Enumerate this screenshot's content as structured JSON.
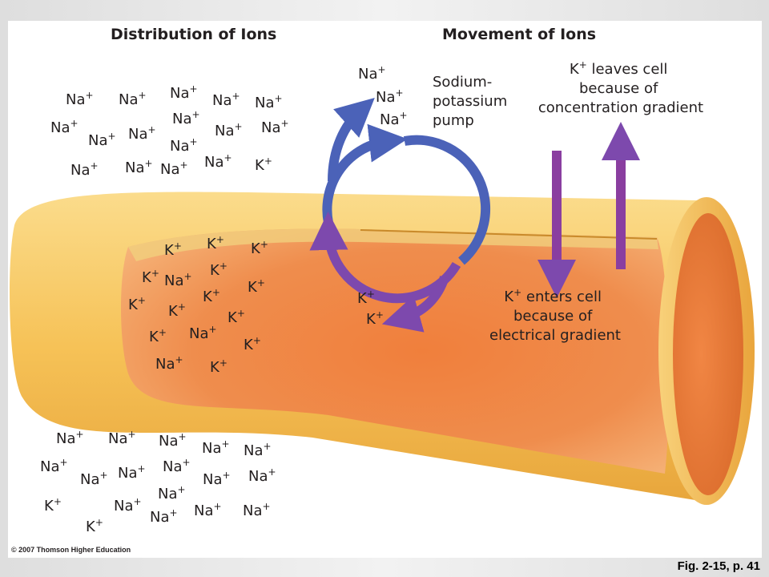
{
  "headings": {
    "distribution": "Distribution of Ions",
    "movement": "Movement of Ions"
  },
  "ions": {
    "na": {
      "base": "Na",
      "charge": "+"
    },
    "k": {
      "base": "K",
      "charge": "+"
    }
  },
  "ion_groups": {
    "outside_top": [
      "Na+",
      "Na+",
      "Na+",
      "Na+",
      "Na+",
      "Na+",
      "Na+",
      "Na+",
      "Na+",
      "Na+",
      "Na+",
      "Na+",
      "Na+",
      "Na+",
      "Na+",
      "Na+",
      "K+",
      "Na+",
      "Na+",
      "Na+"
    ],
    "inside": [
      "K+",
      "K+",
      "K+",
      "K+",
      "K+",
      "Na+",
      "K+",
      "K+",
      "K+",
      "K+",
      "K+",
      "K+",
      "Na+",
      "K+",
      "Na+",
      "K+"
    ],
    "outside_bottom": [
      "Na+",
      "Na+",
      "Na+",
      "Na+",
      "Na+",
      "Na+",
      "Na+",
      "Na+",
      "Na+",
      "Na+",
      "Na+",
      "Na+",
      "K+",
      "Na+",
      "Na+",
      "Na+",
      "Na+",
      "K+"
    ],
    "pump_out": [
      "Na+",
      "Na+",
      "Na+"
    ],
    "pump_in": [
      "K+",
      "K+"
    ]
  },
  "labels": {
    "pump": [
      "Sodium-",
      "potassium",
      "pump"
    ],
    "k_leaves": [
      "leaves cell",
      "because of",
      "concentration gradient"
    ],
    "k_enters": [
      "enters cell",
      "because of",
      "electrical gradient"
    ]
  },
  "colors": {
    "membrane": "#f6c257",
    "cytoplasm": "#ee8642",
    "pump_arrow_blue": "#4b62b8",
    "pump_arrow_purple": "#7d49ad",
    "gradient_arrow": "#8a3ea0"
  },
  "icons": {
    "pump_cycle": "circular-arrows-icon",
    "k_out": "arrow-up-icon",
    "k_in": "arrow-down-icon"
  },
  "credit": "© 2007 Thomson Higher Education",
  "figure_ref": "Fig. 2-15, p. 41"
}
